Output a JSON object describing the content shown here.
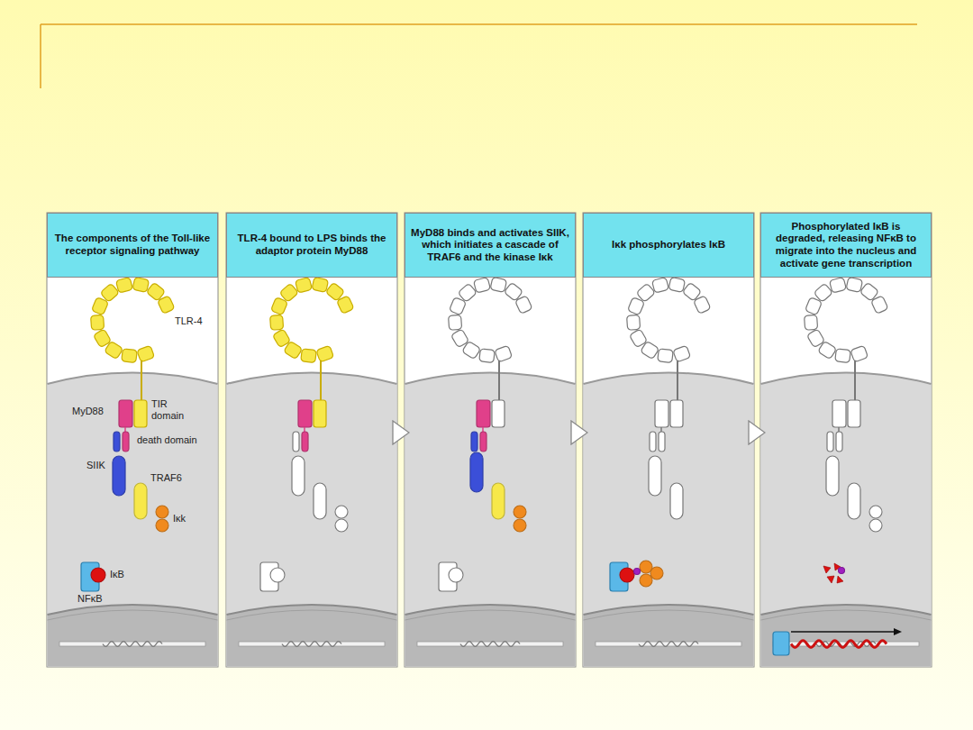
{
  "diagram": {
    "nodes": [
      {
        "text": [
          "The components of the Toll-like receptor signaling pathway"
        ]
      },
      {
        "text": [
          "TLR-4 bound to LPS binds the adaptor protein MyD88"
        ]
      },
      {
        "text": [
          "MyD88 binds and activates SIIK, which initiates a cascade of TRAF6 and the kinase Iκk"
        ]
      },
      {
        "text": [
          "Iκk phosphorylates IκB"
        ]
      },
      {
        "text": [
          "Phosphorylated IκB is degraded, releasing NFκB to migrate into the nucleus and activate gene transcription"
        ]
      }
    ],
    "edges": [
      {
        "from": 1,
        "to": 2,
        "arrow": "to"
      },
      {
        "from": 2,
        "to": 3,
        "arrow": "to"
      },
      {
        "from": 3,
        "to": 4,
        "arrow": "to"
      }
    ],
    "labels": [
      "TLR-4",
      "MyD88",
      "TIR domain",
      "death domain",
      "SIIK",
      "TRAF6",
      "Iκk",
      "IκB",
      "NFκB"
    ]
  }
}
